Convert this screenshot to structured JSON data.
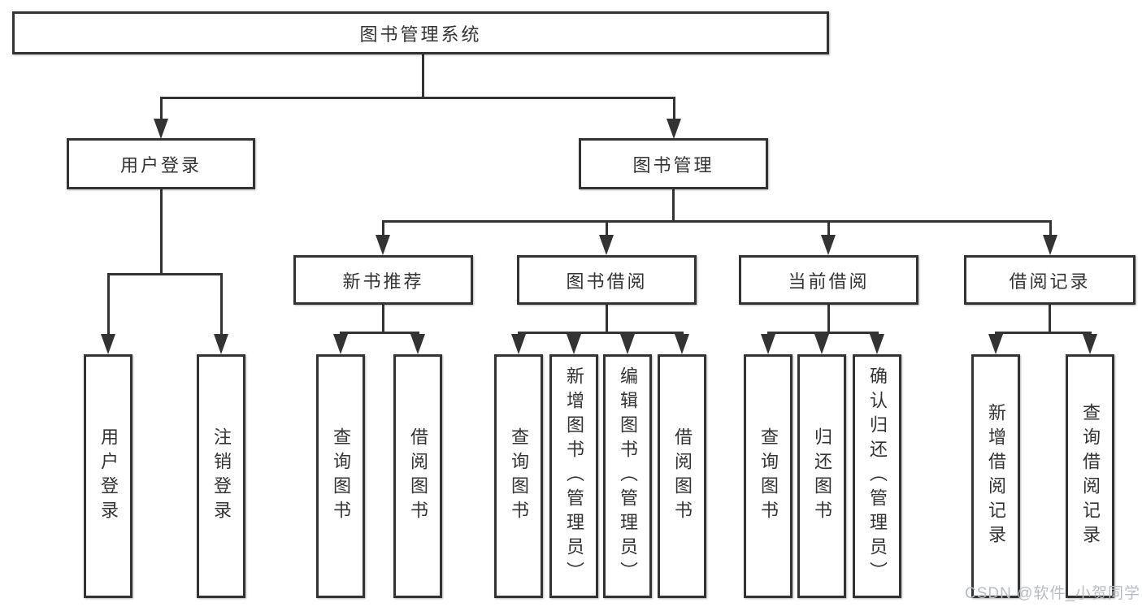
{
  "colors": {
    "line": "#333333",
    "text": "#333333",
    "background": "#ffffff",
    "watermark": "#b9bcc2"
  },
  "watermark": {
    "text": "CSDN @软件_小贺同学"
  },
  "tree": {
    "label": "图书管理系统",
    "children": [
      {
        "label": "用户登录",
        "children": [
          {
            "label": "用户登录"
          },
          {
            "label": "注销登录"
          }
        ]
      },
      {
        "label": "图书管理",
        "children": [
          {
            "label": "新书推荐",
            "children": [
              {
                "label": "查询图书"
              },
              {
                "label": "借阅图书"
              }
            ]
          },
          {
            "label": "图书借阅",
            "children": [
              {
                "label": "查询图书"
              },
              {
                "label": "新增图书（管理员）"
              },
              {
                "label": "编辑图书（管理员）"
              },
              {
                "label": "借阅图书"
              }
            ]
          },
          {
            "label": "当前借阅",
            "children": [
              {
                "label": "查询图书"
              },
              {
                "label": "归还图书"
              },
              {
                "label": "确认归还（管理员）"
              }
            ]
          },
          {
            "label": "借阅记录",
            "children": [
              {
                "label": "新增借阅记录"
              },
              {
                "label": "查询借阅记录"
              }
            ]
          }
        ]
      }
    ]
  }
}
